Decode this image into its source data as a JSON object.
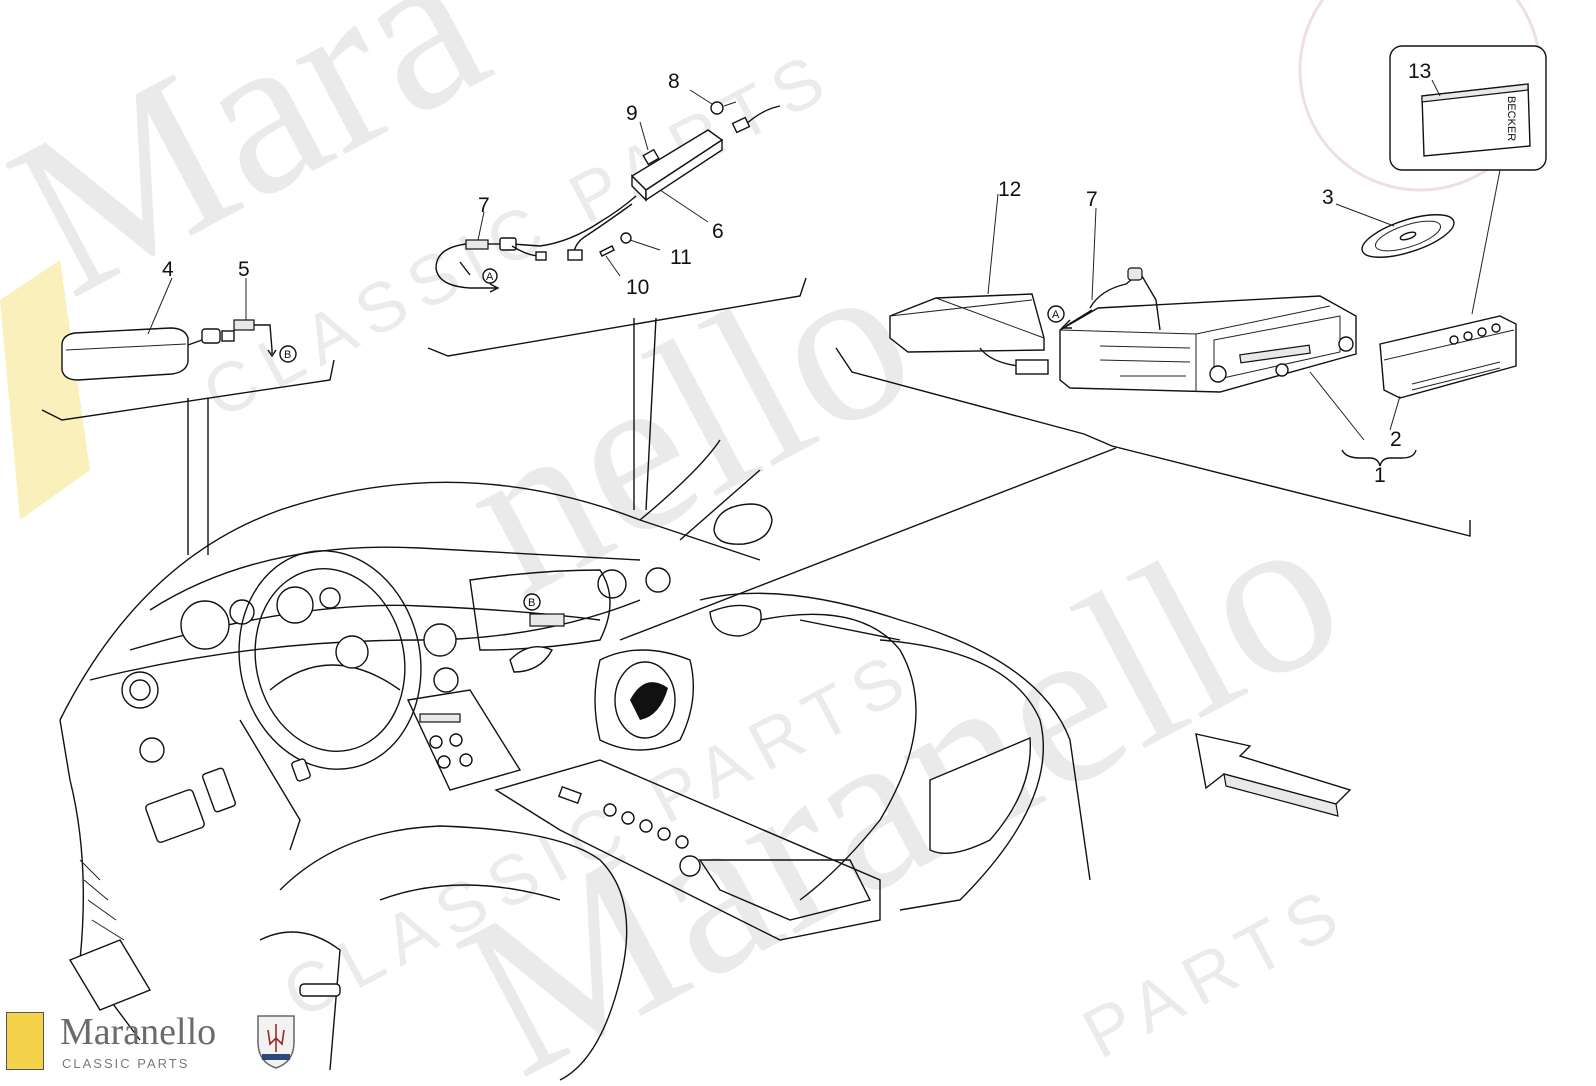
{
  "callouts": {
    "c1": "1",
    "c2": "2",
    "c3": "3",
    "c4": "4",
    "c5": "5",
    "c6": "6",
    "c7a": "7",
    "c7b": "7",
    "c8": "8",
    "c9": "9",
    "c10": "10",
    "c11": "11",
    "c12": "12",
    "c13": "13"
  },
  "connectors": {
    "a1": "A",
    "a2": "A",
    "b1": "B",
    "b2": "B"
  },
  "cd_case_text": "BECKER",
  "watermark": {
    "big_1": "Mara",
    "big_2": "nello",
    "big_3": "Maranello",
    "small_1": "CLASSIC PARTS",
    "small_2": "CLASSIC PARTS",
    "small_3": "PARTS"
  },
  "logo": {
    "title": "Maranello",
    "subtitle": "CLASSIC PARTS"
  },
  "colors": {
    "line": "#111111",
    "watermark": "#d9d9d9",
    "badge_yellow": "#f4d24a"
  }
}
